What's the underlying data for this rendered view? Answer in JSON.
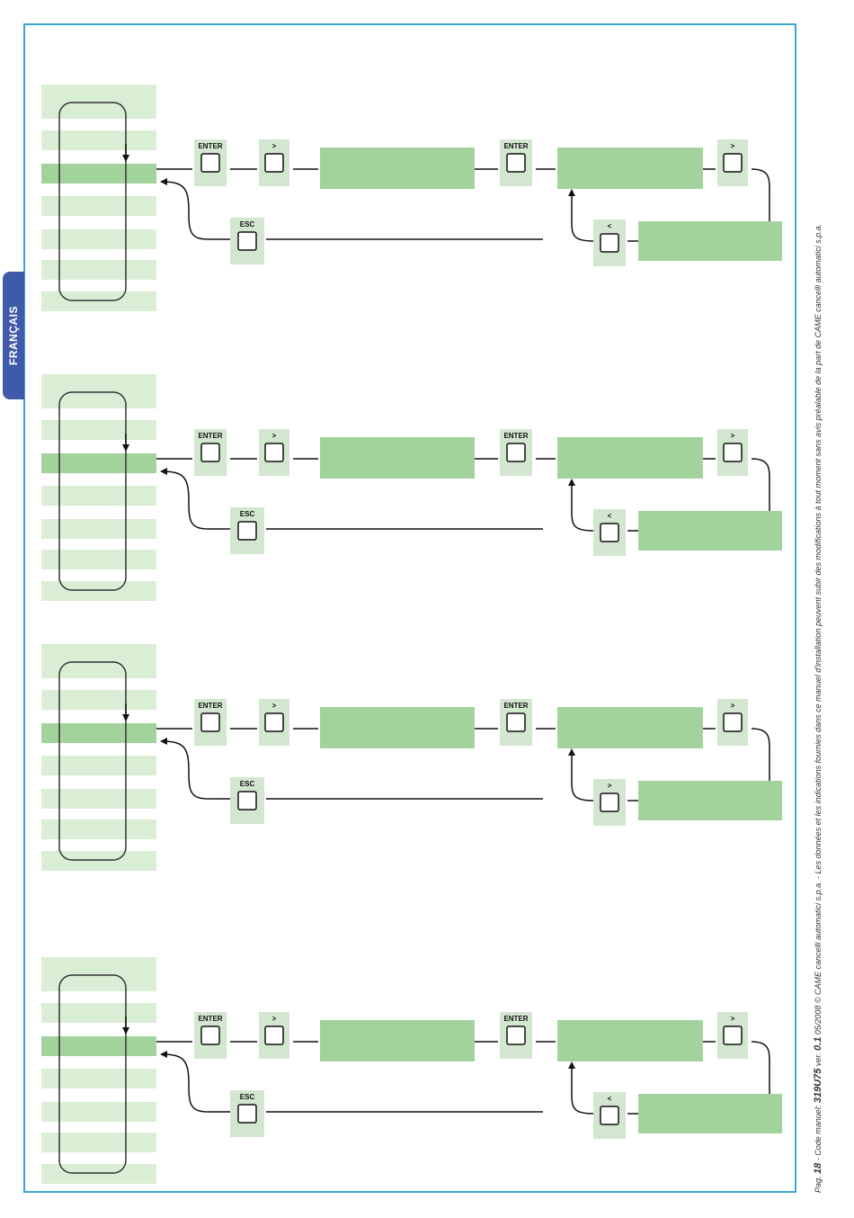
{
  "language_tab": "FRANÇAIS",
  "footer": {
    "prefix": "Pag.",
    "page": "18",
    "manual_label": " - Code manuel: ",
    "code": "319U75",
    "ver_label": " ver. ",
    "ver": "0.1",
    "date_copyright": "  05/2008  © CAME cancelli automatici s.p.a. - Les données et les indications fournies dans ce manuel d'installation peuvent subir des modifications à tout moment sans avis préalable de la part de CAME cancelli automatici s.p.a."
  },
  "colors": {
    "frame": "#3aa7cf",
    "tab": "#3f5aa8",
    "display_green": "#a3d39c",
    "menu_light": "#daeed6",
    "key_bg": "#d3e6d0"
  },
  "diagrams": [
    {
      "keys": {
        "enter1": "ENTER",
        "next1": ">",
        "enter2": "ENTER",
        "next2": ">",
        "esc": "ESC",
        "back": "<"
      }
    },
    {
      "keys": {
        "enter1": "ENTER",
        "next1": ">",
        "enter2": "ENTER",
        "next2": ">",
        "esc": "ESC",
        "back": "<"
      }
    },
    {
      "keys": {
        "enter1": "ENTER",
        "next1": ">",
        "enter2": "ENTER",
        "next2": ">",
        "esc": "ESC",
        "back": ">"
      }
    },
    {
      "keys": {
        "enter1": "ENTER",
        "next1": ">",
        "enter2": "ENTER",
        "next2": ">",
        "esc": "ESC",
        "back": "<"
      }
    }
  ]
}
